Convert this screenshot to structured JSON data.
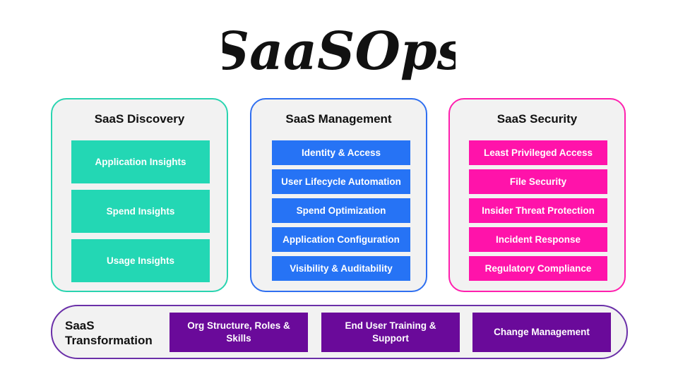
{
  "logo": {
    "text": "SaaSOps"
  },
  "panels": {
    "discovery": {
      "title": "SaaS Discovery",
      "items": [
        "Application Insights",
        "Spend Insights",
        "Usage Insights"
      ]
    },
    "management": {
      "title": "SaaS Management",
      "items": [
        "Identity & Access",
        "User Lifecycle Automation",
        "Spend Optimization",
        "Application Configuration",
        "Visibility & Auditability"
      ]
    },
    "security": {
      "title": "SaaS Security",
      "items": [
        "Least Privileged Access",
        "File Security",
        "Insider Threat Protection",
        "Incident Response",
        "Regulatory Compliance"
      ]
    }
  },
  "transformation": {
    "title": "SaaS Transformation",
    "items": [
      "Org Structure, Roles & Skills",
      "End User Training & Support",
      "Change Management"
    ]
  },
  "colors": {
    "discovery": "#23d7b4",
    "management": "#2673f5",
    "security": "#ff13aa",
    "transformation": "#6a0a9a"
  }
}
